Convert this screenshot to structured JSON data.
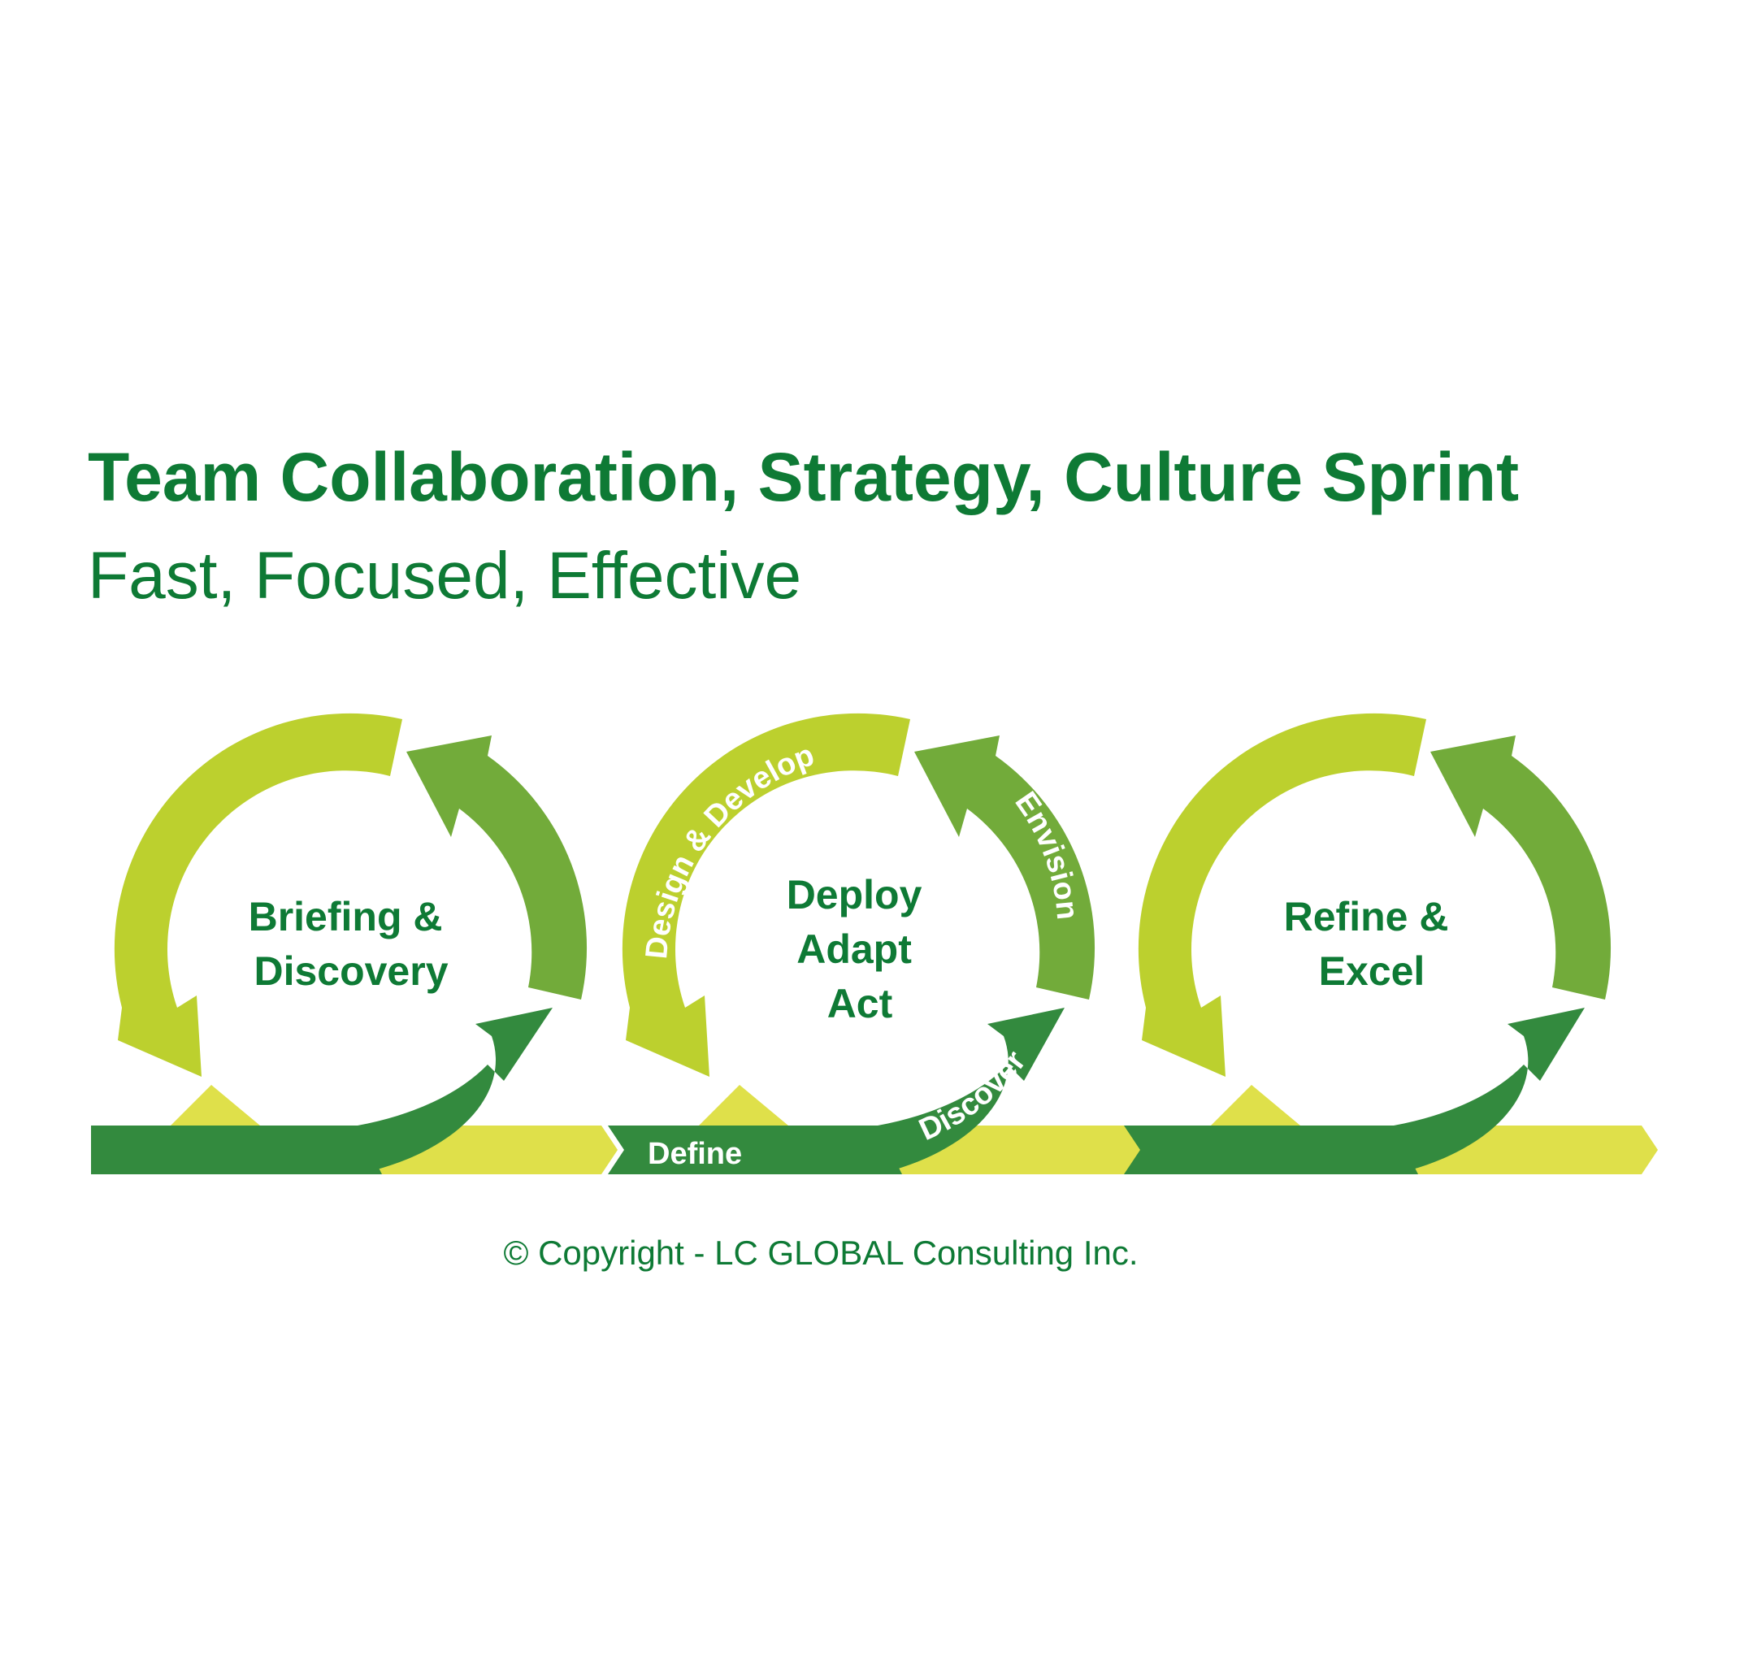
{
  "title": "Team Collaboration, Strategy, Culture Sprint",
  "subtitle": "Fast, Focused, Effective",
  "cycles": [
    {
      "lines": [
        "Briefing &",
        "Discovery"
      ]
    },
    {
      "lines": [
        "Deploy",
        "Adapt",
        "Act"
      ]
    },
    {
      "lines": [
        "Refine &",
        "Excel"
      ]
    }
  ],
  "arrow_labels": {
    "design_develop": "Design & Develop",
    "envision": "Envision",
    "discover": "Discover",
    "define": "Define"
  },
  "copyright": "© Copyright - LC GLOBAL Consulting Inc.",
  "colors": {
    "title_green": "#0e7a35",
    "lime_arrow": "#bcd02e",
    "mid_green_arrow": "#72ab3a",
    "dark_green_arrow": "#338a3e",
    "pale_yellow_band": "#dfe04a"
  }
}
